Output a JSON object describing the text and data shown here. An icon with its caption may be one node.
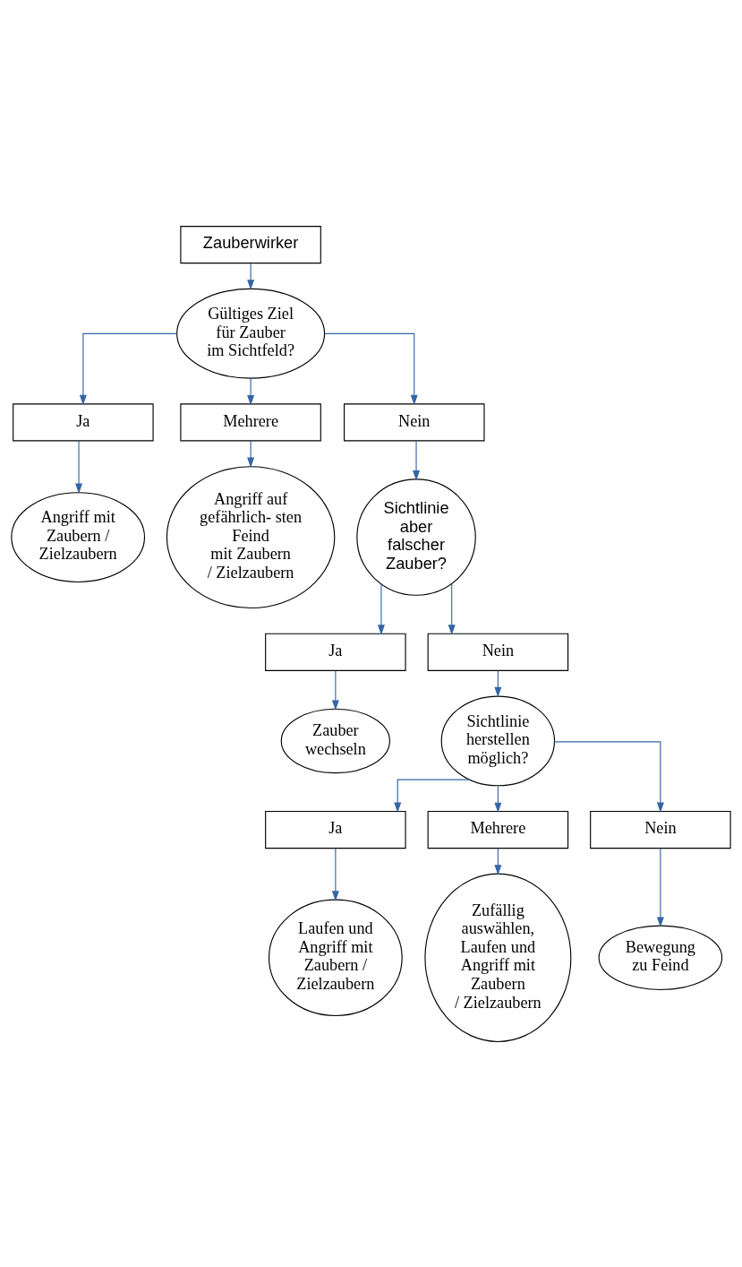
{
  "diagram": {
    "nodes": [
      {
        "text": [
          "Zauberwirker"
        ]
      },
      {
        "text": [
          "Gültiges Ziel für Zauber im Sichtfeld?"
        ]
      },
      {
        "text": [
          "Ja"
        ]
      },
      {
        "text": [
          "Mehrere"
        ]
      },
      {
        "text": [
          "Nein"
        ]
      },
      {
        "text": [
          "Angriff mit Zaubern / Zielzaubern"
        ]
      },
      {
        "text": [
          "Angriff auf gefährlich- sten Feind mit Zaubern / Zielzaubern"
        ]
      },
      {
        "text": [
          "Sichtlinie aber falscher Zauber?"
        ]
      },
      {
        "text": [
          "Ja"
        ]
      },
      {
        "text": [
          "Nein"
        ]
      },
      {
        "text": [
          "Zauber wechseln"
        ]
      },
      {
        "text": [
          "Sichtlinie herstellen möglich?"
        ]
      },
      {
        "text": [
          "Ja"
        ]
      },
      {
        "text": [
          "Mehrere"
        ]
      },
      {
        "text": [
          "Nein"
        ]
      },
      {
        "text": [
          "Laufen und Angriff mit Zaubern / Zielzaubern"
        ]
      },
      {
        "text": [
          "Zufällig auswählen, Laufen und Angriff mit Zaubern / Zielzaubern"
        ]
      },
      {
        "text": [
          "Bewegung zu Feind"
        ]
      }
    ],
    "edges": [
      {
        "from": 0,
        "to": 1,
        "arrow": "to"
      },
      {
        "from": 1,
        "to": 2,
        "arrow": "to"
      },
      {
        "from": 1,
        "to": 3,
        "arrow": "to"
      },
      {
        "from": 1,
        "to": 4,
        "arrow": "to"
      },
      {
        "from": 2,
        "to": 5,
        "arrow": "to"
      },
      {
        "from": 3,
        "to": 6,
        "arrow": "to"
      },
      {
        "from": 4,
        "to": 7,
        "arrow": "to"
      },
      {
        "from": 7,
        "to": 8,
        "arrow": "to"
      },
      {
        "from": 7,
        "to": 9,
        "arrow": "to"
      },
      {
        "from": 8,
        "to": 10,
        "arrow": "to"
      },
      {
        "from": 9,
        "to": 11,
        "arrow": "to"
      },
      {
        "from": 11,
        "to": 12,
        "arrow": "to"
      },
      {
        "from": 11,
        "to": 13,
        "arrow": "to"
      },
      {
        "from": 11,
        "to": 14,
        "arrow": "to"
      },
      {
        "from": 12,
        "to": 15,
        "arrow": "to"
      },
      {
        "from": 13,
        "to": 16,
        "arrow": "to"
      },
      {
        "from": 14,
        "to": 17,
        "arrow": "to"
      }
    ]
  }
}
